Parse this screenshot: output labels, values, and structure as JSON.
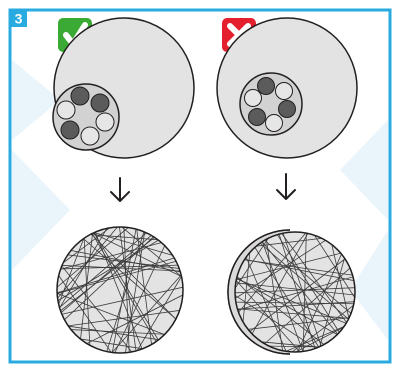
{
  "step_badge": {
    "label": "3",
    "color": "#29ABE2"
  },
  "frame": {
    "border_color": "#29ABE2",
    "background": "#ffffff",
    "watermark_color": "#EAF5FB"
  },
  "panels": [
    {
      "verdict": "correct",
      "verdict_icon": "check-icon",
      "verdict_color": "#3AAA35",
      "core_packing": "cores-at-outer-edge",
      "result_shape": "single-uniform-circle"
    },
    {
      "verdict": "incorrect",
      "verdict_icon": "cross-icon",
      "verdict_color": "#E4202F",
      "core_packing": "cores-inside-circle",
      "result_shape": "circle-with-crescent-gap"
    }
  ],
  "flow_icon": "arrow-down-icon",
  "colors": {
    "disc_fill": "#E3E3E3",
    "core_fill": "#D2D2D2",
    "core_dark": "#5B5B5B",
    "core_light": "#E6E6E6",
    "outline": "#231F20"
  }
}
